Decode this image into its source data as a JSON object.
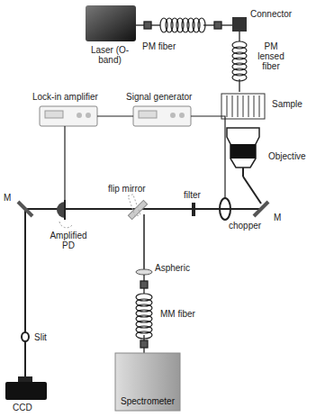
{
  "diagram": {
    "labels": [
      "Laser (O-band)",
      "PM fiber",
      "Connector",
      "PM lensed fiber",
      "Sample",
      "Objective",
      "Lock-in amplifier",
      "Signal generator",
      "flip mirror",
      "M",
      "filter",
      "chopper",
      "M",
      "Amplified PD",
      "Aspheric",
      "MM fiber",
      "Slit",
      "Spectrometer",
      "CCD"
    ]
  }
}
